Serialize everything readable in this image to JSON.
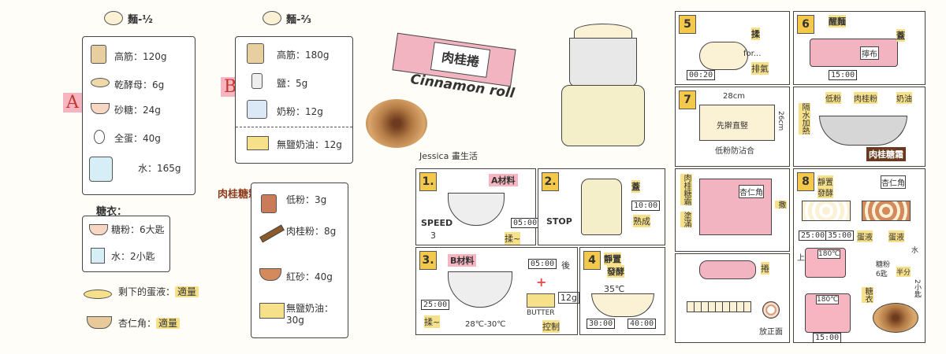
{
  "dough_top_left": "麵-½",
  "dough_top_mid": "麵-⅔",
  "group_a": {
    "letter": "A",
    "items": [
      {
        "name": "高筋：",
        "amount": "120g"
      },
      {
        "name": "乾酵母：",
        "amount": "6g"
      },
      {
        "name": "砂糖：",
        "amount": "24g"
      },
      {
        "name": "全蛋：",
        "amount": "40g"
      },
      {
        "name": "水：",
        "amount": "165g"
      }
    ]
  },
  "group_b": {
    "letter": "B",
    "items": [
      {
        "name": "高筋：",
        "amount": "180g"
      },
      {
        "name": "鹽：",
        "amount": "5g"
      },
      {
        "name": "奶粉：",
        "amount": "12g"
      }
    ],
    "butter": {
      "name": "無鹽奶油：",
      "amount": "12g"
    }
  },
  "icing": {
    "title": "糖衣：",
    "items": [
      {
        "name": "糖粉：",
        "amount": "6大匙"
      },
      {
        "name": "水：",
        "amount": "2小匙"
      }
    ]
  },
  "extras": [
    {
      "name": "剩下的蛋液：",
      "amount": "適量"
    },
    {
      "name": "杏仁角：",
      "amount": "適量"
    }
  ],
  "cinnamon_filling": {
    "title": "肉桂糖霜：",
    "items": [
      {
        "name": "低粉：",
        "amount": "3g"
      },
      {
        "name": "肉桂粉：",
        "amount": "8g"
      },
      {
        "name": "紅砂：",
        "amount": "40g"
      },
      {
        "name": "無鹽奶油：",
        "amount": "30g"
      }
    ]
  },
  "banner_title": "肉桂捲",
  "subtitle": "Cinnamon roll",
  "credit": "Jessica 畫生活",
  "steps": [
    {
      "num": "1.",
      "labels": [
        "A材料",
        "SPEED",
        "3",
        "揉~"
      ],
      "timer": "05:00"
    },
    {
      "num": "2.",
      "labels": [
        "蓋",
        "STOP",
        "熟成"
      ],
      "timer": "10:00"
    },
    {
      "num": "3.",
      "labels": [
        "B材料",
        "揉~",
        "28℃-30℃",
        "後",
        "BUTTER",
        "控制",
        "12g"
      ],
      "timer": "25:00",
      "timer2": "05:00"
    },
    {
      "num": "4",
      "labels": [
        "靜置",
        "發酵",
        "35℃"
      ],
      "timer": "30:00",
      "timer2": "40:00"
    },
    {
      "num": "5",
      "labels": [
        "揉",
        "for...",
        "排氣"
      ],
      "timer": "00:20"
    },
    {
      "num": "6",
      "labels": [
        "醒麵",
        "蓋",
        "擰布"
      ],
      "timer": "15:00"
    },
    {
      "num": "7",
      "labels": [
        "28cm",
        "26cm",
        "先擀直竪",
        "低粉防沾合",
        "隔水加熱",
        "低粉",
        "肉桂粉",
        "奶油",
        "肉桂糖霜",
        "肉桂糖霜",
        "杏仁角",
        "撒",
        "塗滿",
        "捲",
        "放正面"
      ],
      "timer": ""
    },
    {
      "num": "8",
      "labels": [
        "靜置",
        "發酵",
        "杏仁角",
        "蛋液",
        "蛋液",
        "180℃",
        "上",
        "180℃",
        "糖衣",
        "糖粉",
        "水",
        "半分",
        "6匙",
        "2小匙"
      ],
      "timer": "25:00",
      "timer2": "35:00",
      "timer3": "15:00"
    }
  ],
  "colors": {
    "accent": "#f4c84a",
    "red": "#c0392b",
    "pink": "#f3b4c2",
    "brown": "#8b5a2b"
  }
}
